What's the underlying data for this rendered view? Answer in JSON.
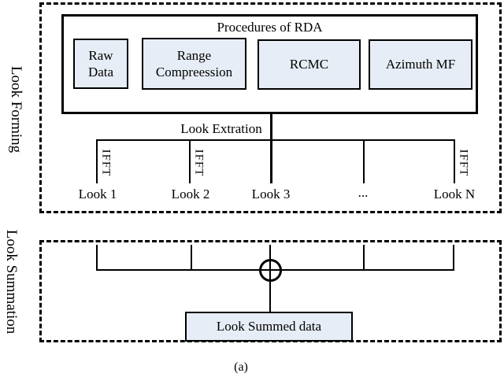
{
  "upper_section": {
    "side_label": "Look Forming",
    "rda": {
      "title": "Procedures of RDA",
      "blocks": [
        "Raw Data",
        "Range Compreession",
        "RCMC",
        "Azimuth MF"
      ]
    },
    "extraction_label": "Look Extration",
    "ifft_label": "IFFT",
    "looks": [
      "Look 1",
      "Look 2",
      "Look 3",
      "...",
      "Look N"
    ]
  },
  "lower_section": {
    "side_label": "Look Summation",
    "summed_box_label": "Look Summed data"
  },
  "caption": "(a)",
  "colors": {
    "block_fill": "#e7edf6",
    "line": "#000000"
  }
}
